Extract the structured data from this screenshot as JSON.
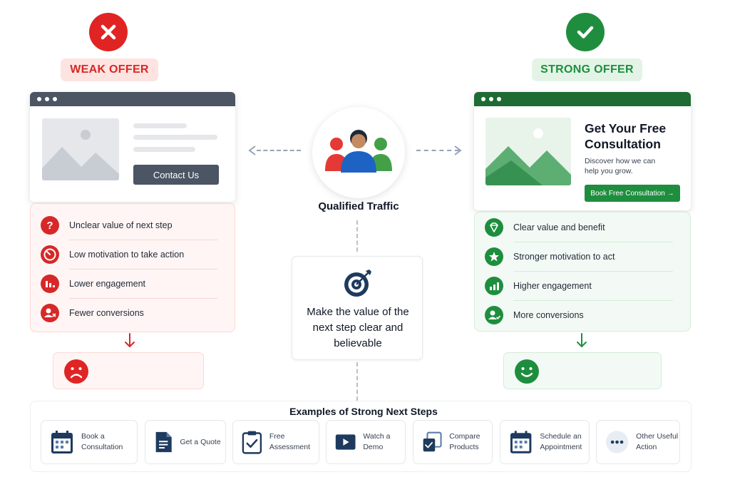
{
  "weak": {
    "badge_label": "WEAK OFFER",
    "button_label": "Contact Us",
    "items": [
      {
        "label": "Unclear value of next step",
        "icon": "question-icon"
      },
      {
        "label": "Low motivation to take action",
        "icon": "gauge-icon"
      },
      {
        "label": "Lower engagement",
        "icon": "bars-down-icon"
      },
      {
        "label": "Fewer conversions",
        "icon": "user-x-icon"
      }
    ],
    "color": "#d62828"
  },
  "strong": {
    "badge_label": "STRONG OFFER",
    "headline": "Get Your Free Consultation",
    "subtext": "Discover how we can help you grow.",
    "button_label": "Book Free Consultation →",
    "items": [
      {
        "label": "Clear value and benefit",
        "icon": "diamond-icon"
      },
      {
        "label": "Stronger motivation to act",
        "icon": "star-icon"
      },
      {
        "label": "Higher engagement",
        "icon": "bars-up-icon"
      },
      {
        "label": "More conversions",
        "icon": "user-check-icon"
      }
    ],
    "color": "#1e8e3e"
  },
  "center": {
    "traffic_label": "Qualified Traffic",
    "value_text": "Make the value of the next step clear and believable"
  },
  "examples": {
    "title": "Examples of Strong Next Steps",
    "items": [
      {
        "label": "Book a Consultation",
        "icon": "calendar-icon"
      },
      {
        "label": "Get a Quote",
        "icon": "document-icon"
      },
      {
        "label": "Free Assessment",
        "icon": "clipboard-check-icon"
      },
      {
        "label": "Watch a Demo",
        "icon": "play-icon"
      },
      {
        "label": "Compare Products",
        "icon": "compare-icon"
      },
      {
        "label": "Schedule an Appointment",
        "icon": "calendar-icon"
      },
      {
        "label": "Other Useful Action",
        "icon": "more-icon"
      }
    ]
  }
}
